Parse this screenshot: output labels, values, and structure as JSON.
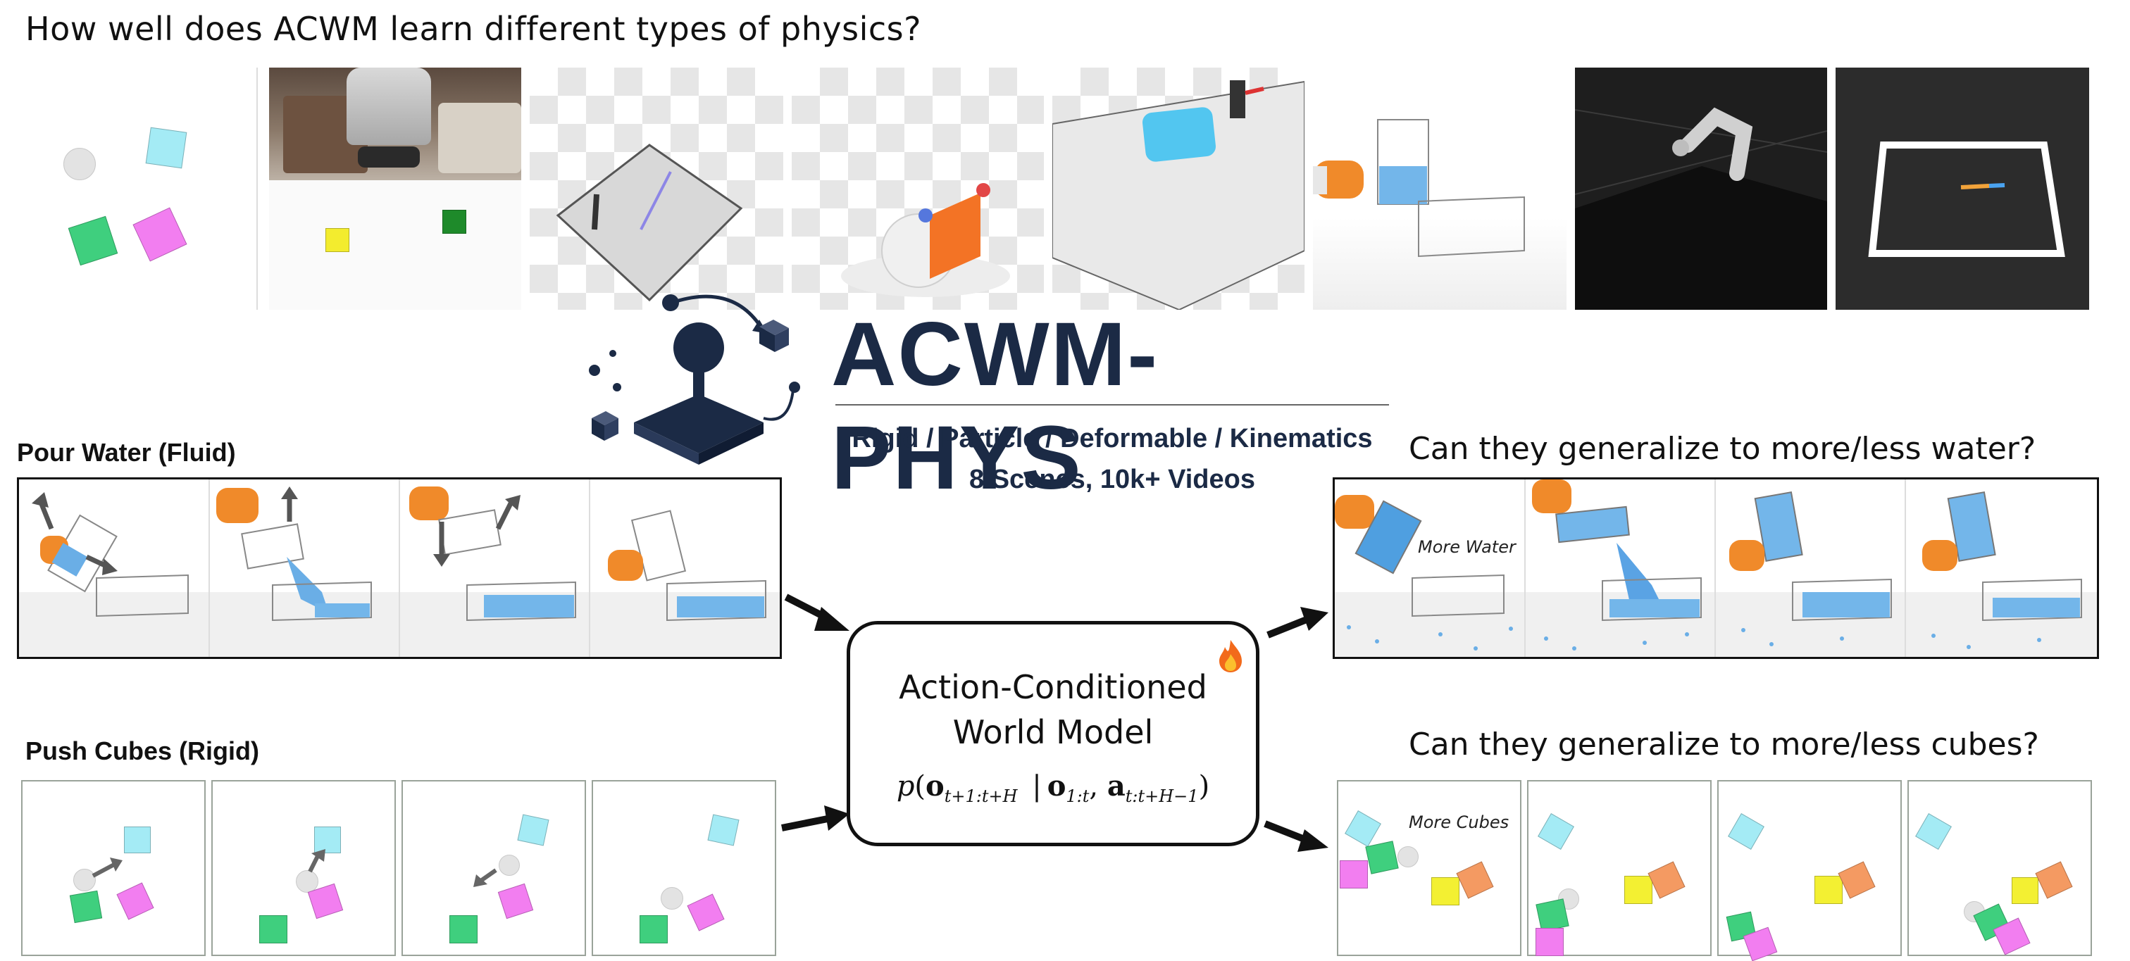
{
  "headline": "How well does ACWM learn different types of physics?",
  "brand": {
    "title": "ACWM-PHYS",
    "line1": "Rigid / Particle / Deformable / Kinematics",
    "line2": "8 Scenes, 10k+ Videos",
    "accent": "#1b2a45"
  },
  "pour": {
    "label": "Pour Water (Fluid)"
  },
  "push": {
    "label": "Push Cubes (Rigid)"
  },
  "model": {
    "line1": "Action-Conditioned",
    "line2": "World Model",
    "formula_p": "p",
    "formula_lhs": "o",
    "formula_lhs_sub": "t+1:t+H",
    "formula_bar": "|",
    "formula_o": "o",
    "formula_o_sub": "1:t",
    "formula_comma": ",",
    "formula_a": "a",
    "formula_a_sub": "t:t+H−1",
    "formula_open": "(",
    "formula_close": ")",
    "fire_icon": "fire-icon"
  },
  "water_gen": {
    "question": "Can they generalize to more/less water?",
    "tag": "More Water"
  },
  "cube_gen": {
    "question": "Can they generalize to more/less cubes?",
    "tag": "More Cubes"
  },
  "colors": {
    "cyan": "#a4ebf5",
    "green": "#3fcf7e",
    "pink": "#f27ef0",
    "yellow": "#f3f032",
    "orange": "#f49a62",
    "water": "#73b6ea"
  }
}
